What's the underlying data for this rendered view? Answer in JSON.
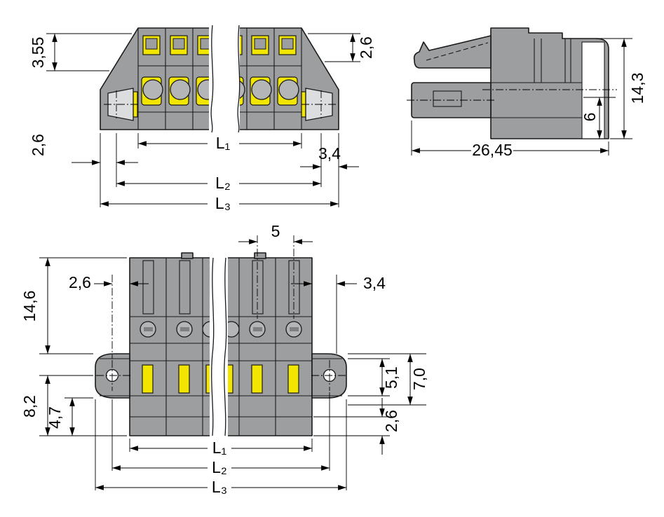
{
  "front_view_top": {
    "d3_55": "3,55",
    "d2_6_left": "2,6",
    "d2_6_right": "2,6",
    "d3_4": "3,4",
    "l1": "L₁",
    "l2": "L₂",
    "l3": "L₃"
  },
  "side_view": {
    "d14_3": "14,3",
    "d6": "6",
    "d26_45": "26,45"
  },
  "front_view_bottom": {
    "d5": "5",
    "d2_6_top_left": "2,6",
    "d3_4_top_right": "3,4",
    "d14_6": "14,6",
    "d8_2": "8,2",
    "d4_7": "4,7",
    "d5_1": "5,1",
    "d7_0": "7,0",
    "d2_6_right": "2,6",
    "l1": "L₁",
    "l2": "L₂",
    "l3": "L₃"
  },
  "colors": {
    "body_gray": "#9c9ea0",
    "accent_yellow": "#f2e500",
    "metal_gray": "#b3b5b7",
    "line": "#1a1a1a"
  }
}
